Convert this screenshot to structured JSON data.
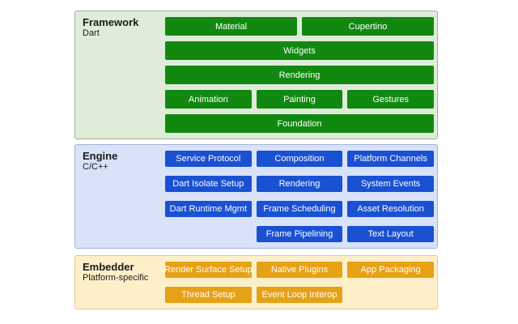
{
  "diagram_title": "Flutter architecture layers",
  "colors": {
    "framework_bg": "#dfecd9",
    "framework_border": "#9fb39a",
    "framework_box": "#118911",
    "engine_bg": "#d8e2f8",
    "engine_border": "#a3b3d6",
    "engine_box": "#1a50d2",
    "embedder_bg": "#fdf0c9",
    "embedder_border": "#e0ca92",
    "embedder_box": "#e6a117"
  },
  "sections": [
    {
      "title": "Framework",
      "subtitle": "Dart",
      "rows": [
        [
          "Material",
          "Cupertino"
        ],
        [
          "Widgets"
        ],
        [
          "Rendering"
        ],
        [
          "Animation",
          "Painting",
          "Gestures"
        ],
        [
          "Foundation"
        ]
      ]
    },
    {
      "title": "Engine",
      "subtitle": "C/C++",
      "rows": [
        [
          "Service Protocol",
          "Composition",
          "Platform Channels"
        ],
        [
          "Dart Isolate Setup",
          "Rendering",
          "System Events"
        ],
        [
          "Dart Runtime Mgmt",
          "Frame Scheduling",
          "Asset Resolution"
        ],
        [
          "Frame Pipelining",
          "Text Layout"
        ]
      ]
    },
    {
      "title": "Embedder",
      "subtitle": "Platform-specific",
      "rows": [
        [
          "Render Surface Setup",
          "Native Plugins",
          "App Packaging"
        ],
        [
          "Thread Setup",
          "Event Loop Interop"
        ]
      ]
    }
  ]
}
